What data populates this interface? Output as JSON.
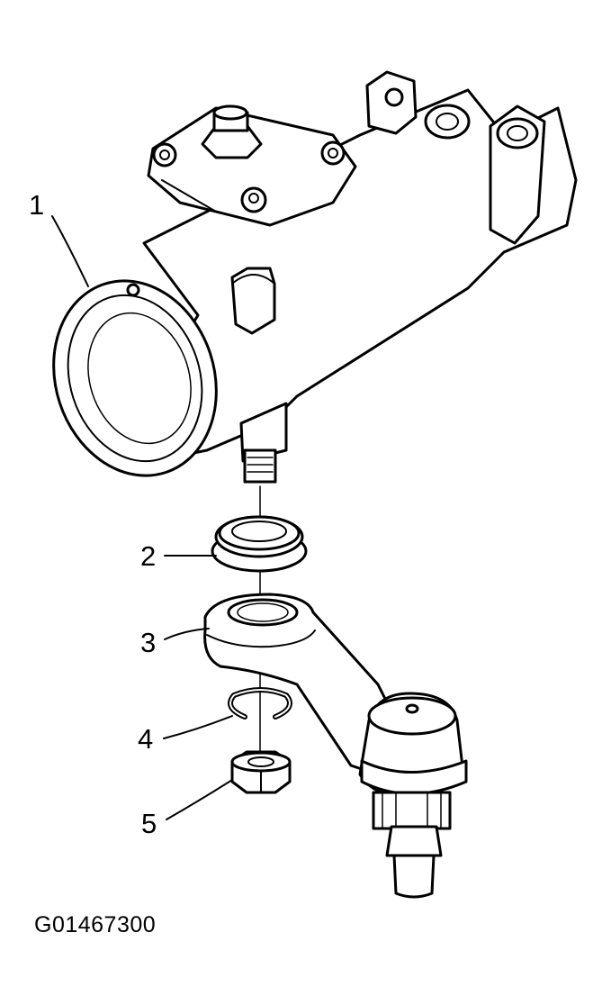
{
  "figure": {
    "callouts": [
      {
        "label": "1",
        "part": "steering-gear-housing"
      },
      {
        "label": "2",
        "part": "seal"
      },
      {
        "label": "3",
        "part": "pitman-arm"
      },
      {
        "label": "4",
        "part": "retaining-ring"
      },
      {
        "label": "5",
        "part": "nut"
      }
    ],
    "code": "G01467300",
    "line_color": "#000000",
    "background": "#ffffff"
  }
}
